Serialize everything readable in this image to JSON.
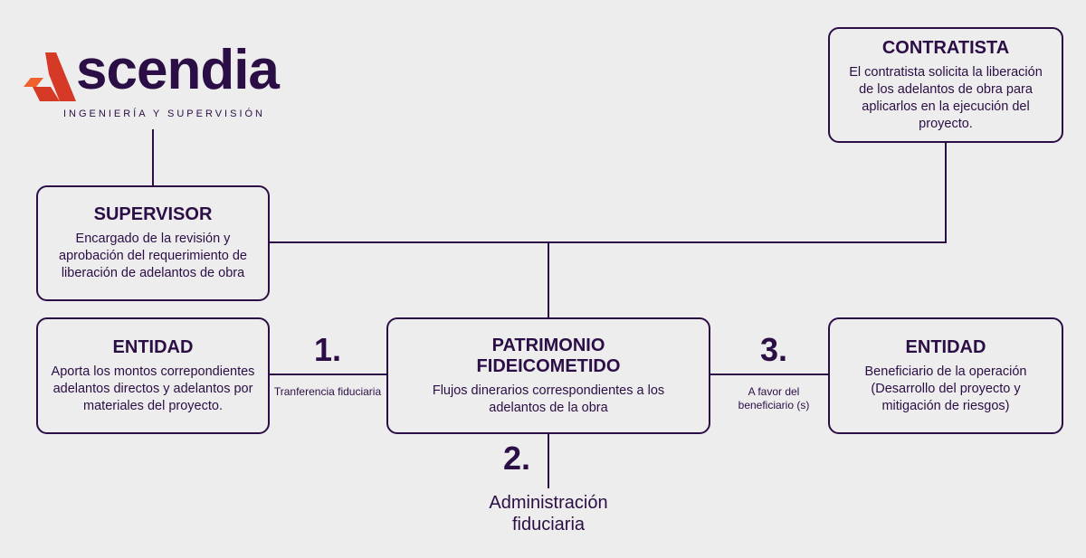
{
  "logo": {
    "name": "scendia",
    "tagline": "INGENIERÍA Y SUPERVISIÓN",
    "brand_color": "#2b0e45",
    "accent_color": "#d63a26"
  },
  "contratista": {
    "title": "CONTRATISTA",
    "text": "El contratista solicita la liberación de los adelantos de obra para aplicarlos en la ejecución del proyecto."
  },
  "supervisor": {
    "title": "SUPERVISOR",
    "text": "Encargado de la revisión y aprobación del requerimiento de liberación de adelantos de obra"
  },
  "entidad_left": {
    "title": "ENTIDAD",
    "text": "Aporta los montos correpondientes adelantos directos y adelantos por materiales del proyecto."
  },
  "patrimonio": {
    "title": "PATRIMONIO FIDEICOMETIDO",
    "text": "Flujos dinerarios correspondientes a los adelantos de la obra"
  },
  "entidad_right": {
    "title": "ENTIDAD",
    "text": "Beneficiario de la operación (Desarrollo del proyecto y mitigación de riesgos)"
  },
  "steps": [
    {
      "number": "1.",
      "label": "Tranferencia fiduciaria"
    },
    {
      "number": "2.",
      "label": "Administración fiduciaria"
    },
    {
      "number": "3.",
      "label": "A favor del beneficiario (s)"
    }
  ]
}
